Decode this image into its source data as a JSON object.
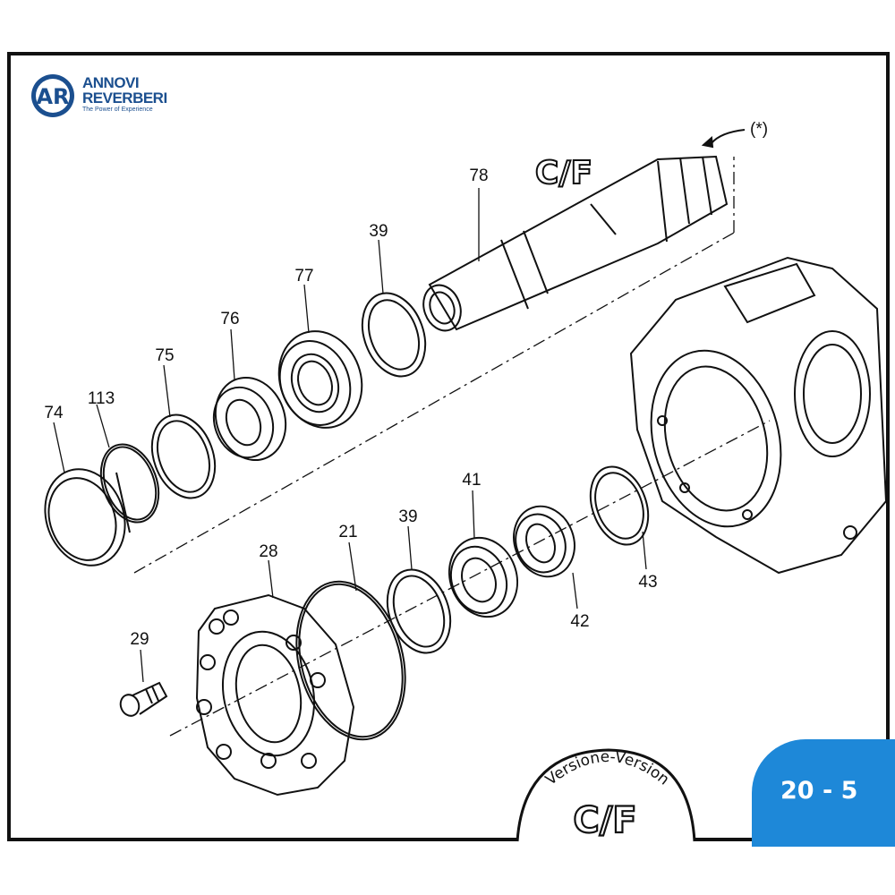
{
  "brand": {
    "name_line1": "ANNOVI",
    "name_line2": "REVERBERI",
    "tagline": "The Power of Experience",
    "monogram": "AR",
    "logo_color": "#1b4f8f"
  },
  "title": "C/F",
  "asterisk_label": "(*)",
  "version_stamp": {
    "label": "Versione-Version",
    "code": "C/F"
  },
  "page_number": "20 - 5",
  "colors": {
    "badge": "#1e88d8",
    "ink": "#111111"
  },
  "callouts": {
    "c78": "78",
    "c39a": "39",
    "c77": "77",
    "c76": "76",
    "c75": "75",
    "c113": "113",
    "c74": "74",
    "c41": "41",
    "c39b": "39",
    "c21": "21",
    "c28": "28",
    "c29": "29",
    "c42": "42",
    "c43": "43"
  }
}
